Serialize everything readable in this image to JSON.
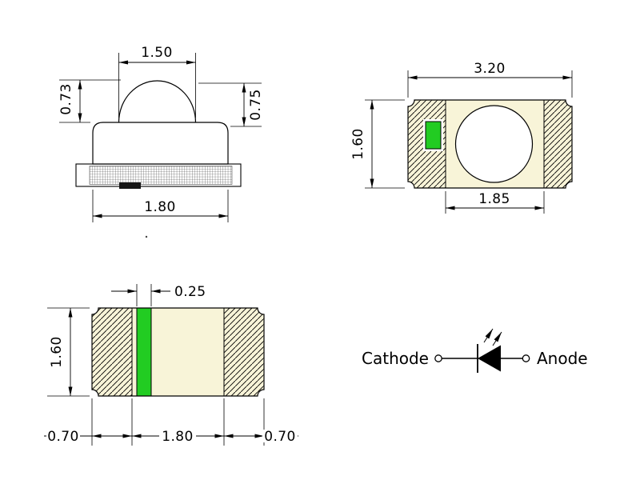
{
  "side_view": {
    "dim_dome_width": "1.50",
    "dim_height_left": "0.73",
    "dim_height_right": "0.75",
    "dim_base_width": "1.80"
  },
  "top_view": {
    "dim_overall_width": "3.20",
    "dim_overall_height": "1.60",
    "dim_inner_span": "1.85"
  },
  "bottom_view": {
    "dim_mark_width": "0.25",
    "dim_overall_height": "1.60",
    "dim_left_pad": "0.70",
    "dim_center_span": "1.80",
    "dim_right_pad": "0.70"
  },
  "symbol": {
    "cathode": "Cathode",
    "anode": "Anode"
  },
  "colors": {
    "cream": "#f8f4d8",
    "green": "#22cc22",
    "ink": "#000000"
  }
}
